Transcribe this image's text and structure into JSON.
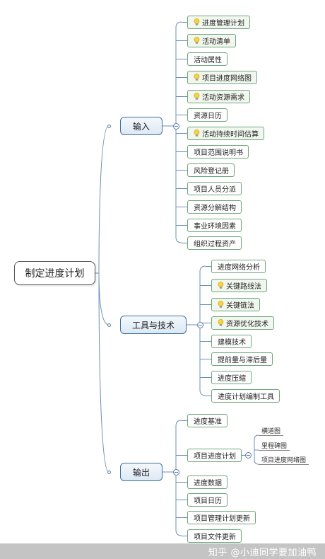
{
  "root": {
    "label": "制定进度计划"
  },
  "branches": [
    {
      "label": "输入",
      "children": [
        {
          "label": "进度管理计划",
          "icon": "lightbulb-icon"
        },
        {
          "label": "活动清单",
          "icon": "lightbulb-icon"
        },
        {
          "label": "活动属性"
        },
        {
          "label": "项目进度网络图",
          "icon": "lightbulb-icon"
        },
        {
          "label": "活动资源需求",
          "icon": "lightbulb-icon"
        },
        {
          "label": "资源日历"
        },
        {
          "label": "活动持续时间估算",
          "icon": "lightbulb-icon"
        },
        {
          "label": "项目范围说明书"
        },
        {
          "label": "风险登记册"
        },
        {
          "label": "项目人员分派"
        },
        {
          "label": "资源分解结构"
        },
        {
          "label": "事业环境因素"
        },
        {
          "label": "组织过程资产"
        }
      ]
    },
    {
      "label": "工具与技术",
      "children": [
        {
          "label": "进度网络分析"
        },
        {
          "label": "关键路线法",
          "icon": "lightbulb-icon"
        },
        {
          "label": "关键链法",
          "icon": "lightbulb-icon"
        },
        {
          "label": "资源优化技术",
          "icon": "lightbulb-icon"
        },
        {
          "label": "建模技术"
        },
        {
          "label": "提前量与滞后量"
        },
        {
          "label": "进度压缩"
        },
        {
          "label": "进度计划编制工具"
        }
      ]
    },
    {
      "label": "输出",
      "children": [
        {
          "label": "进度基准"
        },
        {
          "label": "项目进度计划",
          "children": [
            {
              "label": "横道图"
            },
            {
              "label": "里程碑图"
            },
            {
              "label": "项目进度网络图"
            }
          ]
        },
        {
          "label": "进度数据"
        },
        {
          "label": "项目日历"
        },
        {
          "label": "项目管理计划更新"
        },
        {
          "label": "项目文件更新"
        }
      ]
    }
  ],
  "watermark": "知乎 @小迪同学要加油鸭",
  "colors": {
    "connector": "#6b8fb5",
    "main_border": "#3f6f9c",
    "leaf_border": "#6fa67a",
    "bulb": "#f7d23c",
    "watermark_bg": "#c4c4c4"
  }
}
